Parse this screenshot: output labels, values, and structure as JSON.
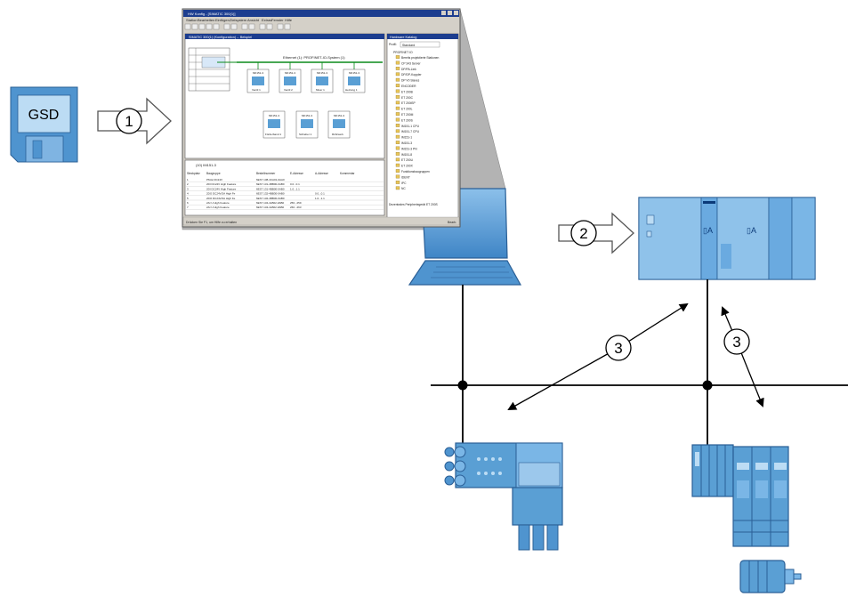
{
  "floppy": {
    "label": "GSD"
  },
  "steps": {
    "s1": "1",
    "s2": "2",
    "s3a": "3",
    "s3b": "3"
  },
  "colors": {
    "device_blue": "#5a9fd4",
    "device_dark": "#1f4f8a",
    "device_light": "#9cc8ec",
    "line": "#000000"
  },
  "screen": {
    "app_title": "HW Konfig - [SIMATIC 300(1)]",
    "menu": [
      "Station",
      "Bearbeiten",
      "Einfügen",
      "Zielsystem",
      "Ansicht",
      "Extras",
      "Fenster",
      "Hilfe"
    ],
    "inner_title": "SIMATIC 300(1) (Konfiguration) -- Beispiel",
    "bus_label": "Ethernet (1): PROFINET-IO-System (1)",
    "catalog_title": "Hardware Katalog",
    "catalog_profile_label": "Profil:",
    "catalog_profile": "Standard",
    "catalog_root": "PROFINET IO",
    "catalog_items": [
      "Bereits projektierte Stationen",
      "CP 343 Server",
      "DP/PA-Link",
      "DP/DP-Koppler",
      "DP V0 Slaves",
      "ENCODER",
      "ET 200B",
      "ET 200C",
      "ET 200iSP",
      "ET 200L",
      "ET 200M",
      "ET 200S",
      "IM151-1 CPU",
      "IM151-7 CPU",
      "IM151-1",
      "IM151-3",
      "IM151-3 PN",
      "IM151-8",
      "ET 200U",
      "ET 200X",
      "Funktionsbaugruppen",
      "IDENT",
      "IPC",
      "NC"
    ],
    "catalog_desc": "Dezentrales Peripheriegerät ET 200S",
    "device_icons": [
      {
        "name": "MF151-3",
        "caption": "Ventil 1"
      },
      {
        "name": "MF151-3",
        "caption": "Ventil 2"
      },
      {
        "name": "MF151-3",
        "caption": "Mixer 1"
      },
      {
        "name": "MF151-3",
        "caption": "Heizung 1"
      },
      {
        "name": "MF151-3",
        "caption": "Förderband 1"
      },
      {
        "name": "MF151-3",
        "caption": "Schieber 1"
      },
      {
        "name": "MF151-3",
        "caption": "Rührwerk"
      }
    ],
    "table_header_label": "(10) IM151-3",
    "table_columns": [
      "Steckplatz",
      "Baugruppe",
      "Bestellnummer",
      "E-Adresse",
      "A-Adresse",
      "Kommentar"
    ],
    "table_rows": [
      [
        "1",
        "PM-E DC24V",
        "6ES7 138-4CA01-0AA0",
        "",
        "",
        ""
      ],
      [
        "2",
        "2DI DC24V High Feature",
        "6ES7 131-4BB00-0AB0",
        "0.0...0.1",
        "",
        ""
      ],
      [
        "3",
        "2DI DC24V High Feature",
        "6ES7 131-4BB00-0AB0",
        "1.0...1.1",
        "",
        ""
      ],
      [
        "4",
        "2DO DC24V/2A High Fe",
        "6ES7 132-4BB30-0AB0",
        "",
        "0.0...0.1",
        ""
      ],
      [
        "5",
        "2DO DC24V/2A High Fe",
        "6ES7 132-4BB30-0AB0",
        "",
        "1.0...1.1",
        ""
      ],
      [
        "6",
        "2AI U High Feature",
        "6ES7 134-4LB02-0AB0",
        "256...259",
        "",
        ""
      ],
      [
        "7",
        "2AI U High Feature",
        "6ES7 134-4LB02-0AB0",
        "260...263",
        "",
        ""
      ]
    ],
    "status_text": "Drücken Sie F1, um Hilfe zu erhalten",
    "status_right": "Bearb."
  }
}
